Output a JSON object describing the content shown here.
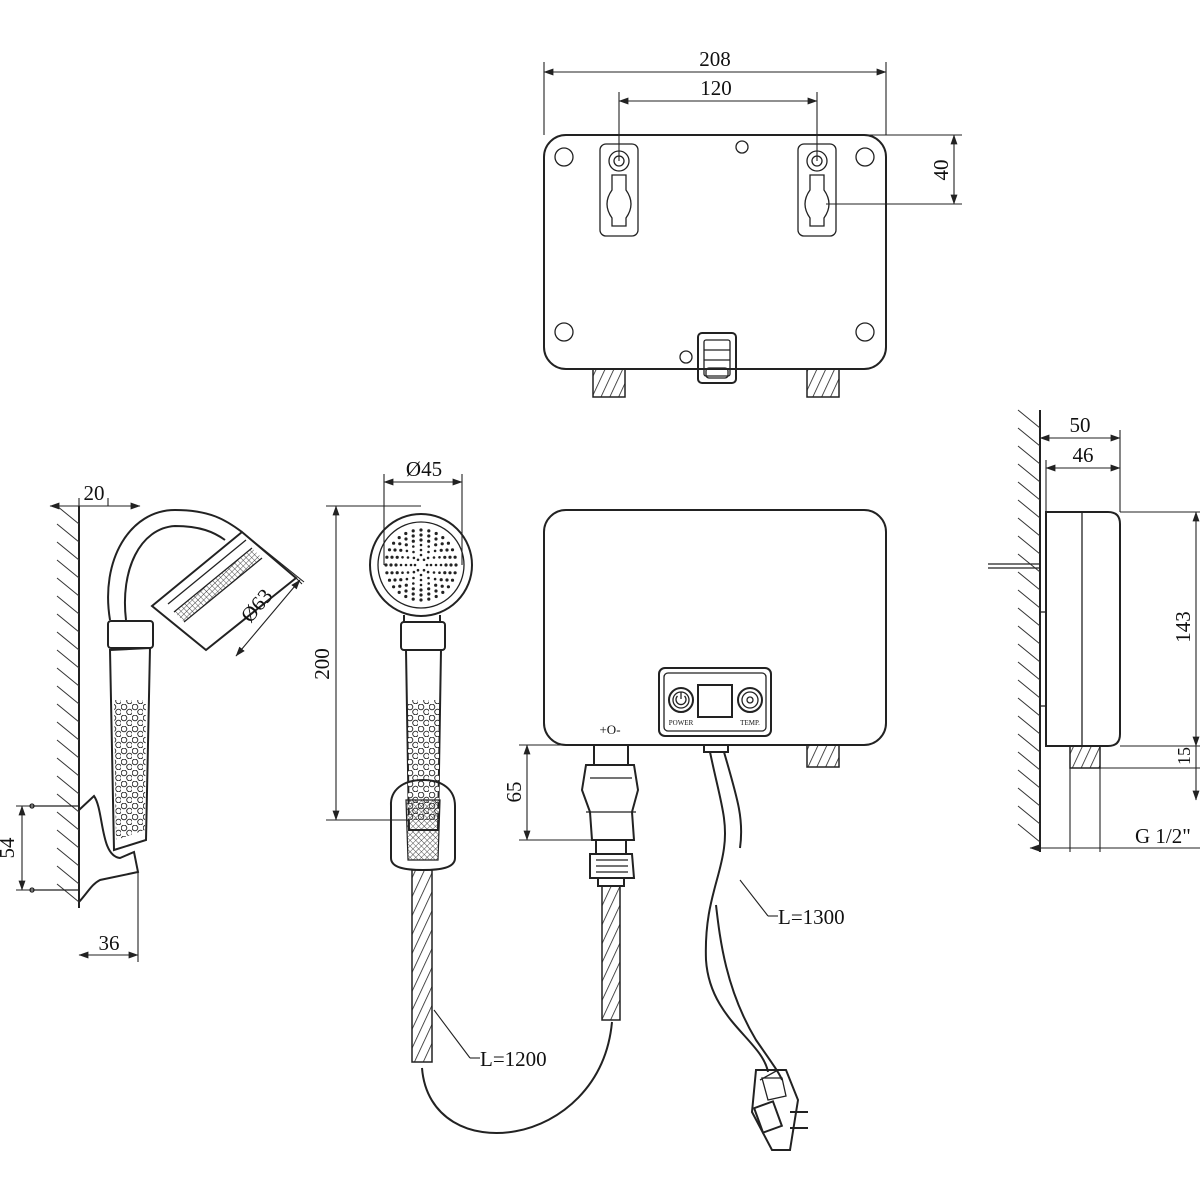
{
  "dimensions": {
    "top_width": "208",
    "top_hole_spacing": "120",
    "top_hole_height": "40",
    "head_offset": "20",
    "head_diameter": "Ø63",
    "bracket_height": "54",
    "bracket_depth": "36",
    "handle_head_diameter": "Ø45",
    "handle_length": "200",
    "connector_height": "65",
    "side_depth_outer": "50",
    "side_depth_inner": "46",
    "side_height": "143",
    "side_fitting": "15",
    "thread": "G 1/2\""
  },
  "labels": {
    "hose_length": "L=1200",
    "cable_length": "L=1300",
    "polarity": "+O-"
  },
  "control_panel": {
    "power_label": "POWER",
    "temp_label": "TEMP."
  },
  "colors": {
    "line": "#222222",
    "background": "#ffffff"
  }
}
